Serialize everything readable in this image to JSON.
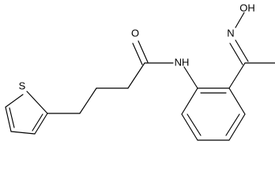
{
  "atom_labels": {
    "thiophene_sulfur": "S",
    "carbonyl_oxygen": "O",
    "amide_nitrogen": "NH",
    "oxime_nitrogen": "N",
    "oxime_hydroxyl": "OH"
  }
}
